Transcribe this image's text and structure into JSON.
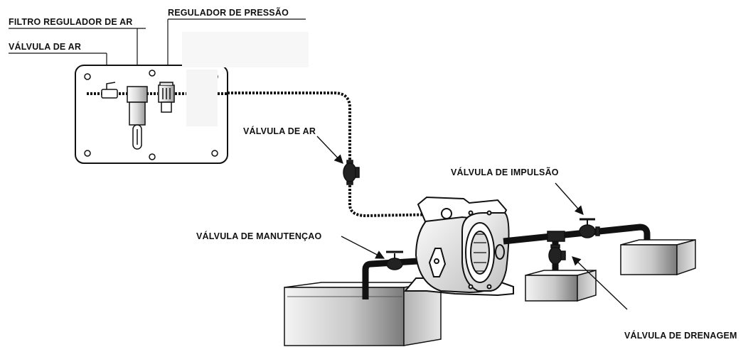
{
  "labels": {
    "filtro_regulador": "FILTRO REGULADOR DE AR",
    "regulador_pressao": "REGULADOR DE PRESSÃO",
    "valvula_ar_painel": "VÁLVULA DE AR",
    "valvula_ar_linha": "VÁLVULA DE AR",
    "valvula_impulsao": "VÁLVULA DE IMPULSÃO",
    "valvula_manutencao": "VÁLVULA DE MANUTENÇAO",
    "valvula_drenagem": "VÁLVULA DE DRENAGEM"
  },
  "colors": {
    "line": "#111111",
    "tank_light": "#ffffff",
    "tank_dark": "#8c8c8c",
    "pump_shade": "#cfcfcf"
  }
}
